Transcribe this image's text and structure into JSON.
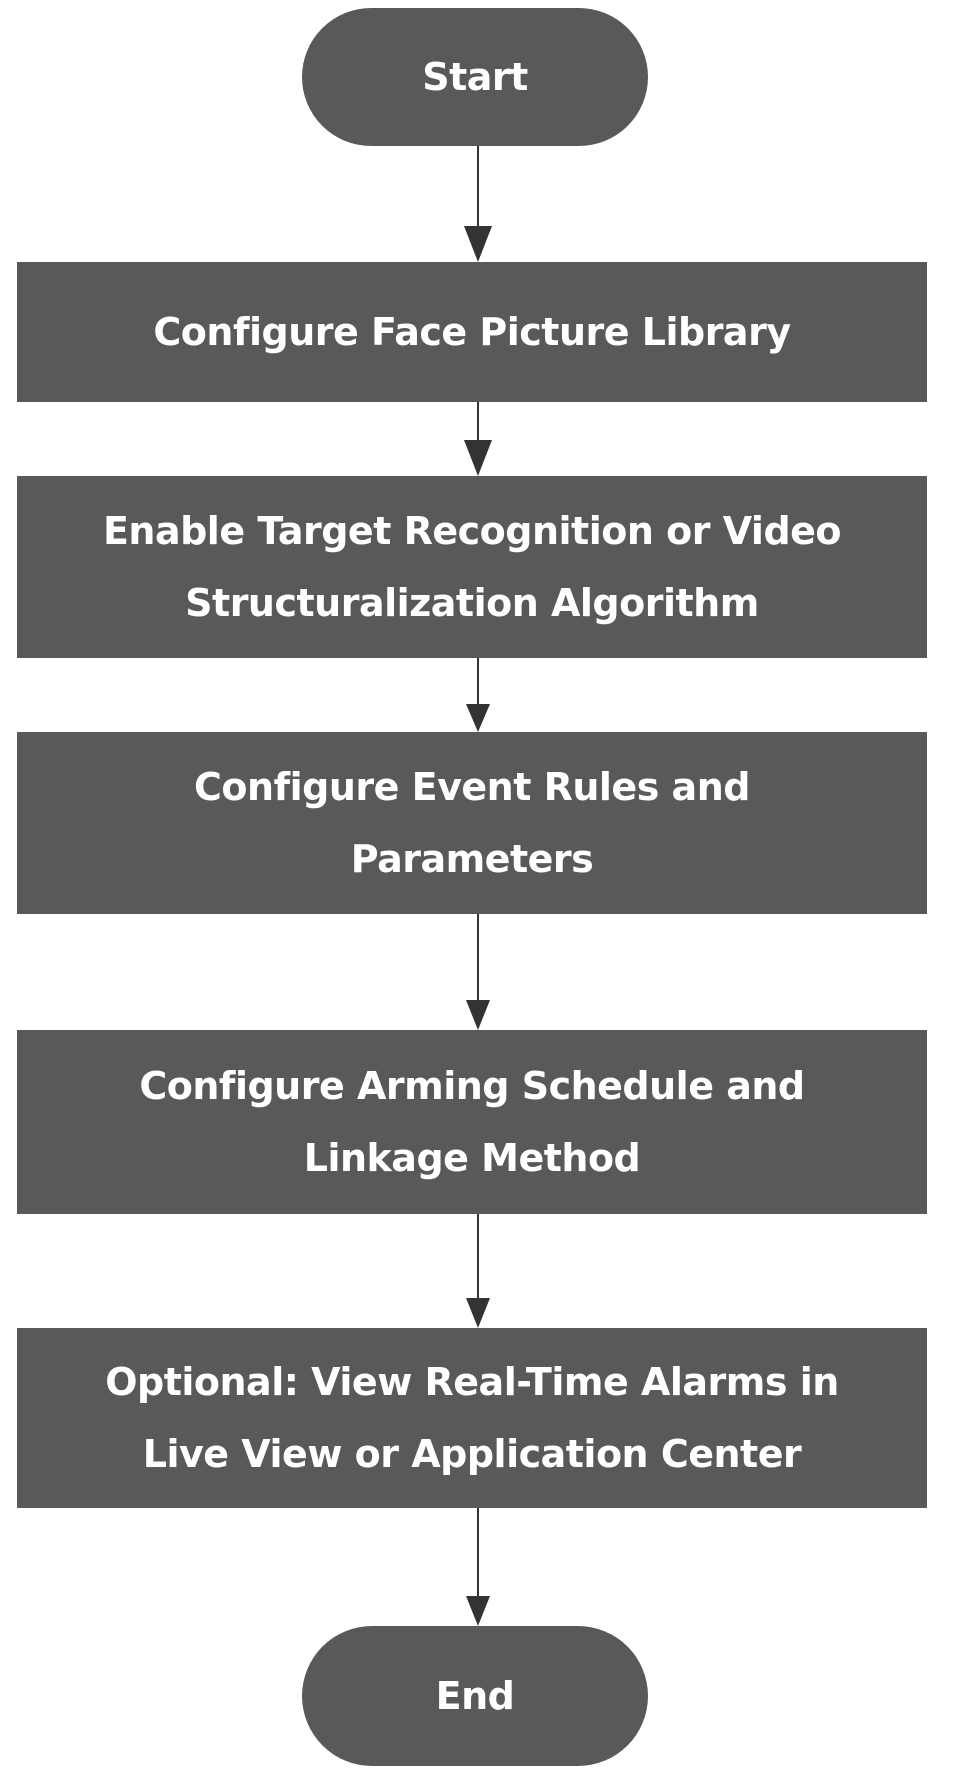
{
  "flowchart": {
    "start": "Start",
    "steps": [
      {
        "lines": [
          "Configure Face Picture Library"
        ]
      },
      {
        "lines": [
          "Enable Target Recognition or Video",
          "Structuralization Algorithm"
        ]
      },
      {
        "lines": [
          "Configure Event Rules and",
          "Parameters"
        ]
      },
      {
        "lines": [
          "Configure Arming Schedule and",
          "Linkage Method"
        ]
      },
      {
        "lines": [
          "Optional: View Real-Time Alarms in",
          "Live View or Application Center"
        ]
      }
    ],
    "end": "End",
    "colors": {
      "node_fill": "#595959",
      "node_text": "#ffffff",
      "connector": "#333333",
      "background": "#ffffff"
    }
  }
}
